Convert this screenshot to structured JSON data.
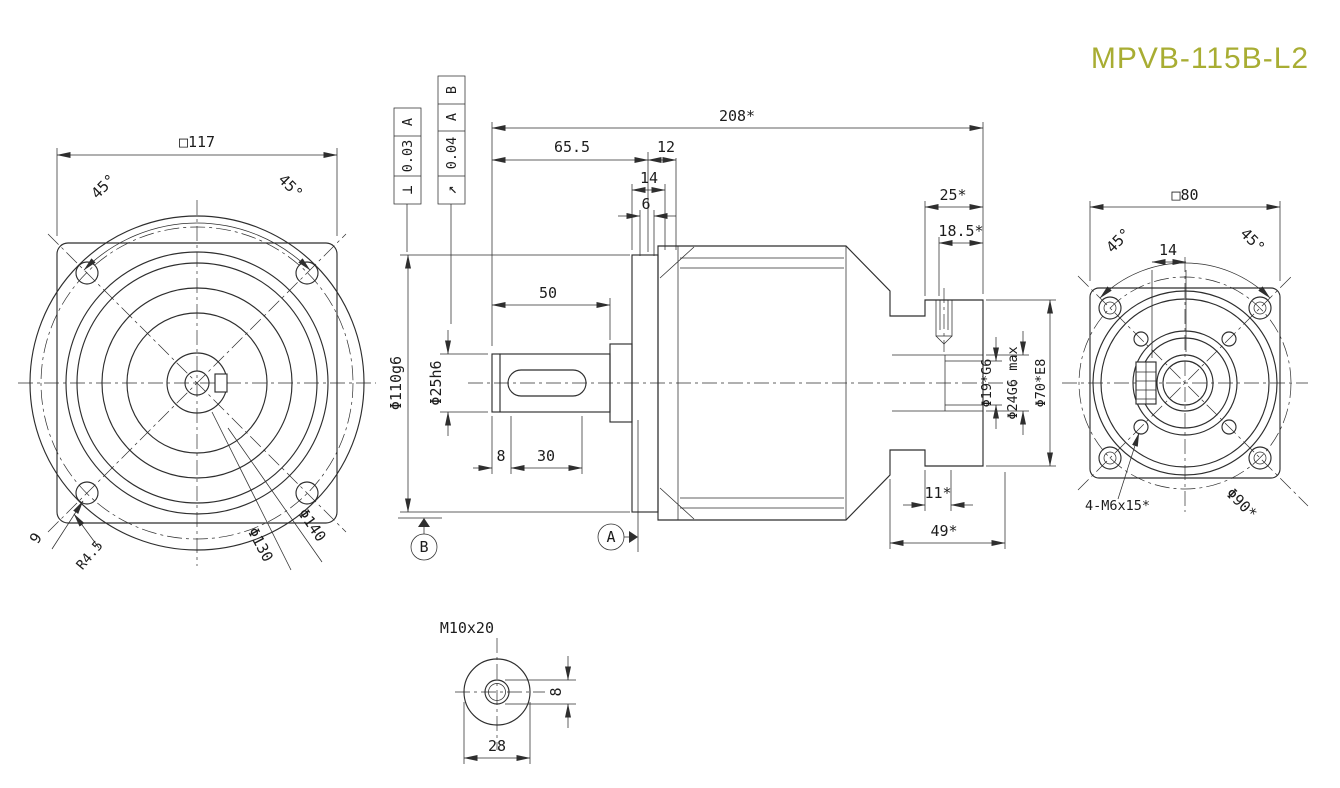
{
  "title": "MPVB-115B-L2",
  "colors": {
    "accent": "#a8ad33",
    "line": "#2e2e2e"
  },
  "front": {
    "sq": "□117",
    "ang_l": "45°",
    "ang_r": "45°",
    "d9": "9",
    "r45": "R4.5",
    "d130": "Φ130",
    "d140": "Φ140"
  },
  "side": {
    "len208": "208*",
    "len65": "65.5",
    "len12": "12",
    "len14": "14",
    "len6": "6",
    "len50": "50",
    "len8": "8",
    "len30": "30",
    "len25": "25*",
    "len18": "18.5*",
    "len11": "11*",
    "len49": "49*",
    "d110": "Φ110g6",
    "d25": "Φ25h6",
    "d19": "Φ19*G6",
    "d24": "Φ24G6 max",
    "d70": "Φ70*E8",
    "datum_a": "A",
    "datum_b": "B",
    "fcf_perp": {
      "sym": "⊥",
      "tol": "0.03",
      "dat": "A"
    },
    "fcf_runout": {
      "sym": "↗",
      "tol": "0.04",
      "dat1": "A",
      "dat2": "B"
    }
  },
  "rear": {
    "sq": "□80",
    "ang_l": "45°",
    "ang_r": "45°",
    "len14": "14",
    "holes": "4-M6x15*",
    "d90": "Φ90*"
  },
  "detail": {
    "label": "M10x20",
    "len8": "8",
    "len28": "28"
  }
}
